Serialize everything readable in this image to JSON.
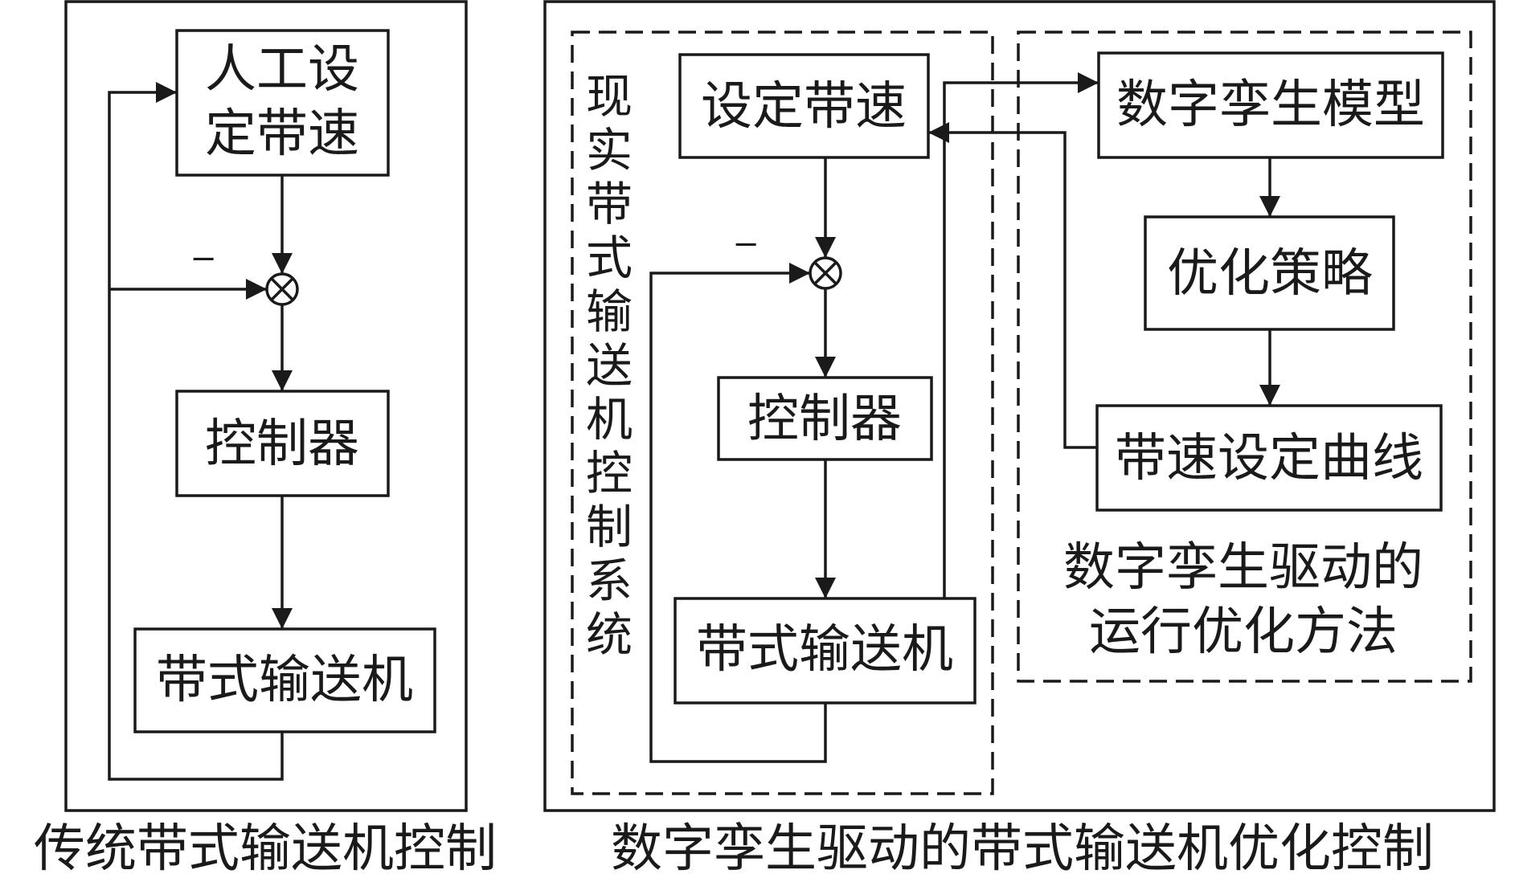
{
  "traditional": {
    "manual_speed_line1": "人工设",
    "manual_speed_line2": "定带速",
    "minus_sign": "−",
    "controller": "控制器",
    "conveyor": "带式输送机",
    "caption": "传统带式输送机控制"
  },
  "digital": {
    "set_speed": "设定带速",
    "minus_sign": "−",
    "controller": "控制器",
    "conveyor": "带式输送机",
    "real_system_label": [
      "现",
      "实",
      "带",
      "式",
      "输",
      "送",
      "机",
      "控",
      "制",
      "系",
      "统"
    ],
    "twin_model": "数字孪生模型",
    "optimization_strategy": "优化策略",
    "speed_curve": "带速设定曲线",
    "twin_method_line1": "数字孪生驱动的",
    "twin_method_line2": "运行优化方法",
    "caption": "数字孪生驱动的带式输送机优化控制"
  }
}
